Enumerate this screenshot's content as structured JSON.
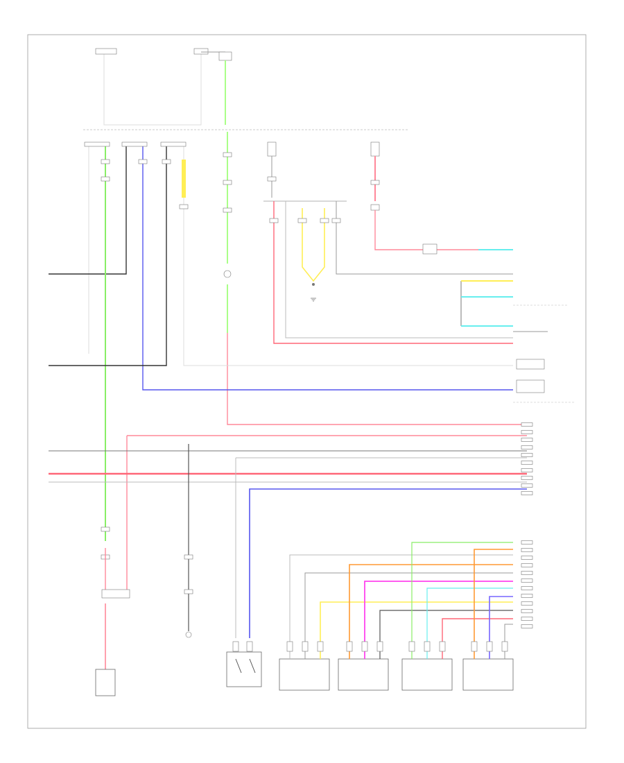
{
  "diagram": {
    "page_code": "",
    "colors": {
      "black": "#333333",
      "white": "#d8d8d8",
      "green": "#88ee66",
      "light_green": "#aaff88",
      "blue": "#5555ee",
      "red": "#ff6677",
      "pink": "#ff8899",
      "yellow": "#ffee55",
      "cyan": "#66eeee",
      "orange": "#ff9933",
      "magenta": "#ff44ee",
      "violet": "#7766ff",
      "gray": "#aaaaaa",
      "frame": "#999999"
    },
    "components": [
      {
        "id": "top-left-switch",
        "label": ""
      },
      {
        "id": "top-relay",
        "label": ""
      },
      {
        "id": "junction-block",
        "label": ""
      },
      {
        "id": "fuse-left",
        "label": ""
      },
      {
        "id": "fuse-right",
        "label": ""
      },
      {
        "id": "airbag-sensor-assembly",
        "label": ""
      },
      {
        "id": "occupant-sensor-left",
        "label": ""
      },
      {
        "id": "occupant-sensor-right",
        "label": ""
      },
      {
        "id": "seat-belt-buckle-switch",
        "label": ""
      },
      {
        "id": "left-front-sensor",
        "label": ""
      },
      {
        "id": "right-front-sensor",
        "label": ""
      },
      {
        "id": "left-rear-sensor",
        "label": ""
      },
      {
        "id": "right-rear-sensor",
        "label": ""
      },
      {
        "id": "bottom-left-module",
        "label": ""
      }
    ],
    "icons": {
      "ground": "ground-icon",
      "switch": "switch-icon",
      "connector": "connector-icon"
    }
  }
}
